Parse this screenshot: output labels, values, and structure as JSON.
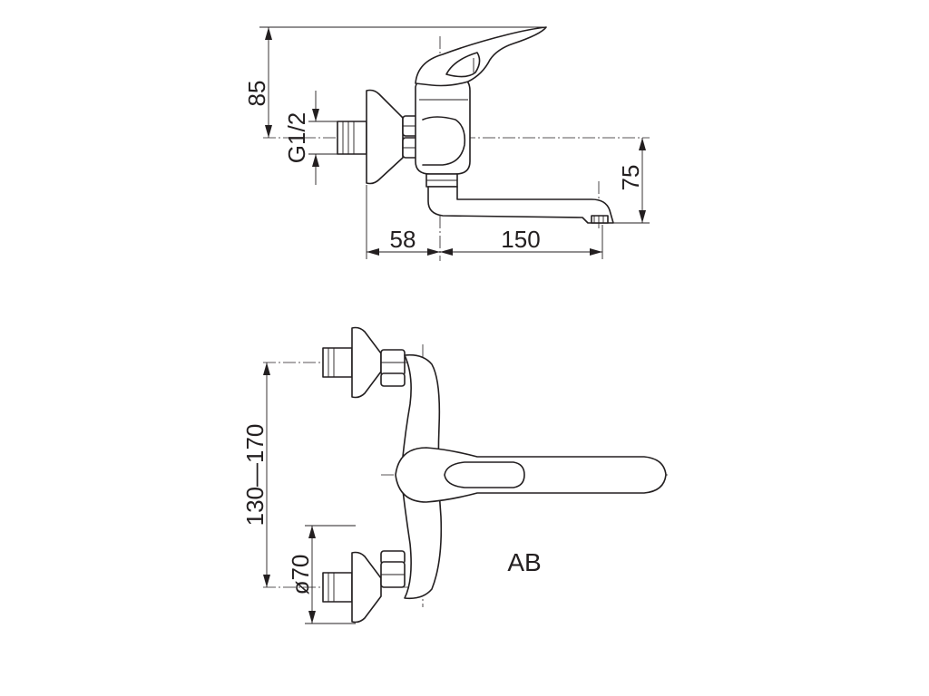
{
  "drawing": {
    "model_label": "AB",
    "side_view": {
      "dimensions": {
        "height_top": "85",
        "thread": "G1/2",
        "wall_offset": "58",
        "spout_reach": "150",
        "spout_height": "75"
      }
    },
    "front_view": {
      "dimensions": {
        "center_distance": "130—170",
        "rosette_diameter": "ø70"
      }
    }
  }
}
